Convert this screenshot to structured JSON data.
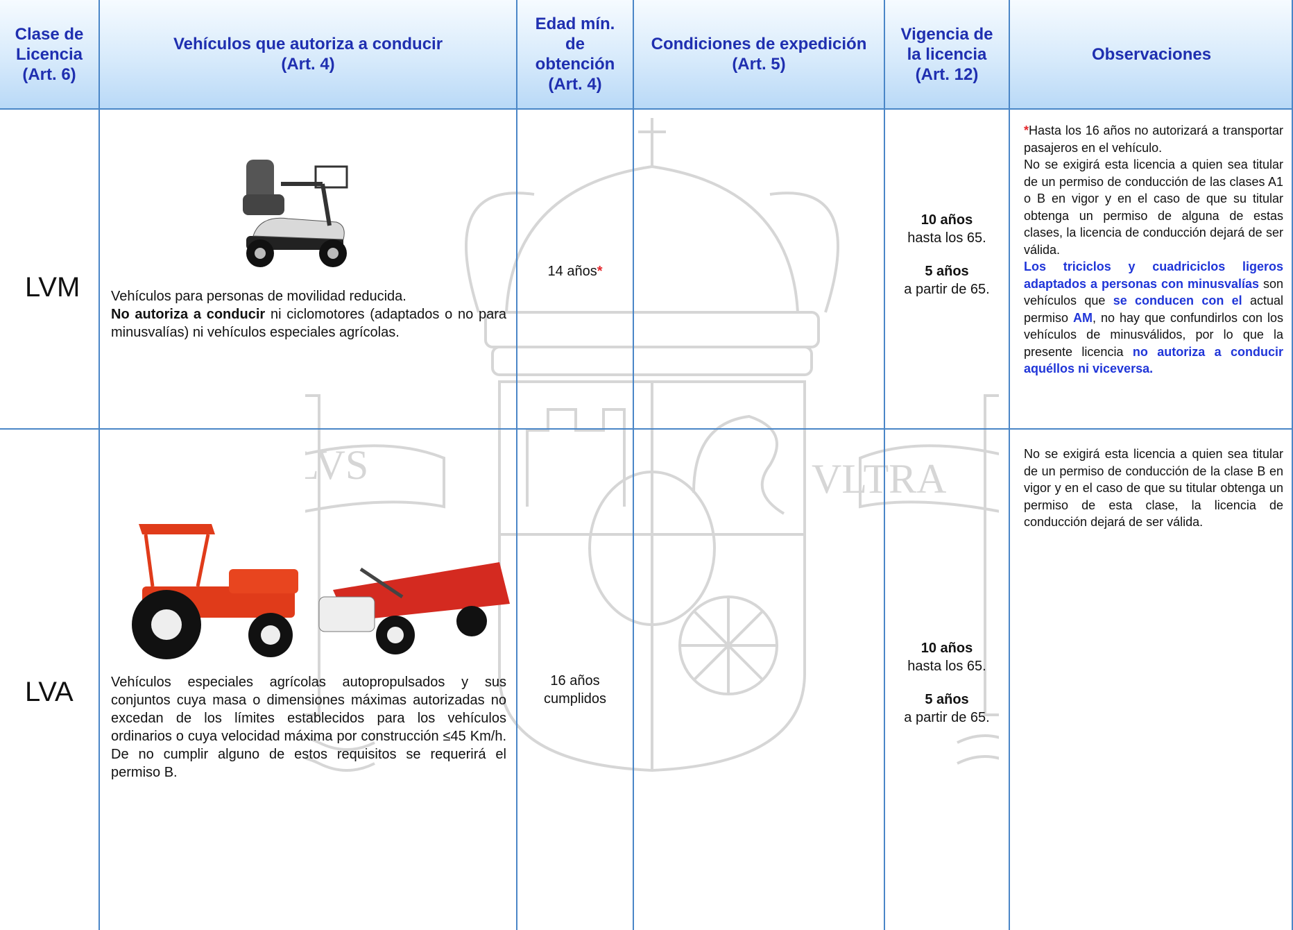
{
  "header": {
    "col1": [
      "Clase de",
      "Licencia",
      "(Art. 6)"
    ],
    "col2": [
      "Vehículos que autoriza a conducir",
      "(Art. 4)"
    ],
    "col3": [
      "Edad mín.",
      "de",
      "obtención",
      "(Art. 4)"
    ],
    "col4": [
      "Condiciones de expedición",
      "(Art. 5)"
    ],
    "col5": [
      "Vigencia de",
      "la licencia",
      "(Art. 12)"
    ],
    "col6": "Observaciones"
  },
  "watermark": {
    "left_motto": "PLVS",
    "right_motto": "VLTRA"
  },
  "rows": [
    {
      "license": "LVM",
      "image": "mobility-scooter",
      "vehicles_line1": "Vehículos para personas de movilidad reducida.",
      "vehicles_bold": "No autoriza a conducir",
      "vehicles_rest": " ni ciclomotores (adaptados o no para minusvalías) ni vehículos especiales agrícolas.",
      "min_age": "14 años",
      "min_age_mark": "*",
      "validity_1_bold": "10 años",
      "validity_1": "hasta los 65.",
      "validity_2_bold": "5 años",
      "validity_2": "a partir de 65.",
      "obs": {
        "star": "*",
        "p1": "Hasta los 16 años no autorizará a transportar pasajeros en el vehículo.",
        "p2": "No se exigirá esta licencia a quien sea titular de un permiso de conducción de las clases A1 o B en vigor y en el caso de que su titular obtenga un permiso de alguna de estas clases, la licencia de conducción dejará de ser válida.",
        "b1": "Los triciclos y cuadriciclos ligeros adaptados a personas con minusvalías",
        "t1": " son vehículos que ",
        "b2": "se conducen con el",
        "t2": " actual permiso ",
        "b3": "AM",
        "t3": ", no hay que confundirlos con los vehículos de minusválidos, por lo que la presente licencia ",
        "b4": "no autoriza a conducir aquéllos ni viceversa."
      }
    },
    {
      "license": "LVA",
      "image": "tractor-and-motocultor",
      "vehicles": "Vehículos especiales agrícolas autopropulsados y sus conjuntos cuya masa o dimensiones máximas autorizadas no excedan de los límites establecidos para los vehículos ordinarios o cuya velocidad máxima por construcción ≤45 Km/h. De no cumplir alguno de estos requisitos se requerirá el permiso B.",
      "min_age_1": "16 años",
      "min_age_2": "cumplidos",
      "validity_1_bold": "10 años",
      "validity_1": "hasta los 65.",
      "validity_2_bold": "5 años",
      "validity_2": "a partir de 65.",
      "obs": "No se exigirá esta licencia a quien sea titular de un permiso de conducción de la clase B en vigor y en el caso de que su titular obtenga un permiso de esta clase, la licencia de conducción dejará de ser válida."
    }
  ],
  "colors": {
    "header_text": "#1f2fb0",
    "border": "#4a86c7",
    "red": "#e4272c",
    "blue_emphasis": "#1f35d8"
  }
}
